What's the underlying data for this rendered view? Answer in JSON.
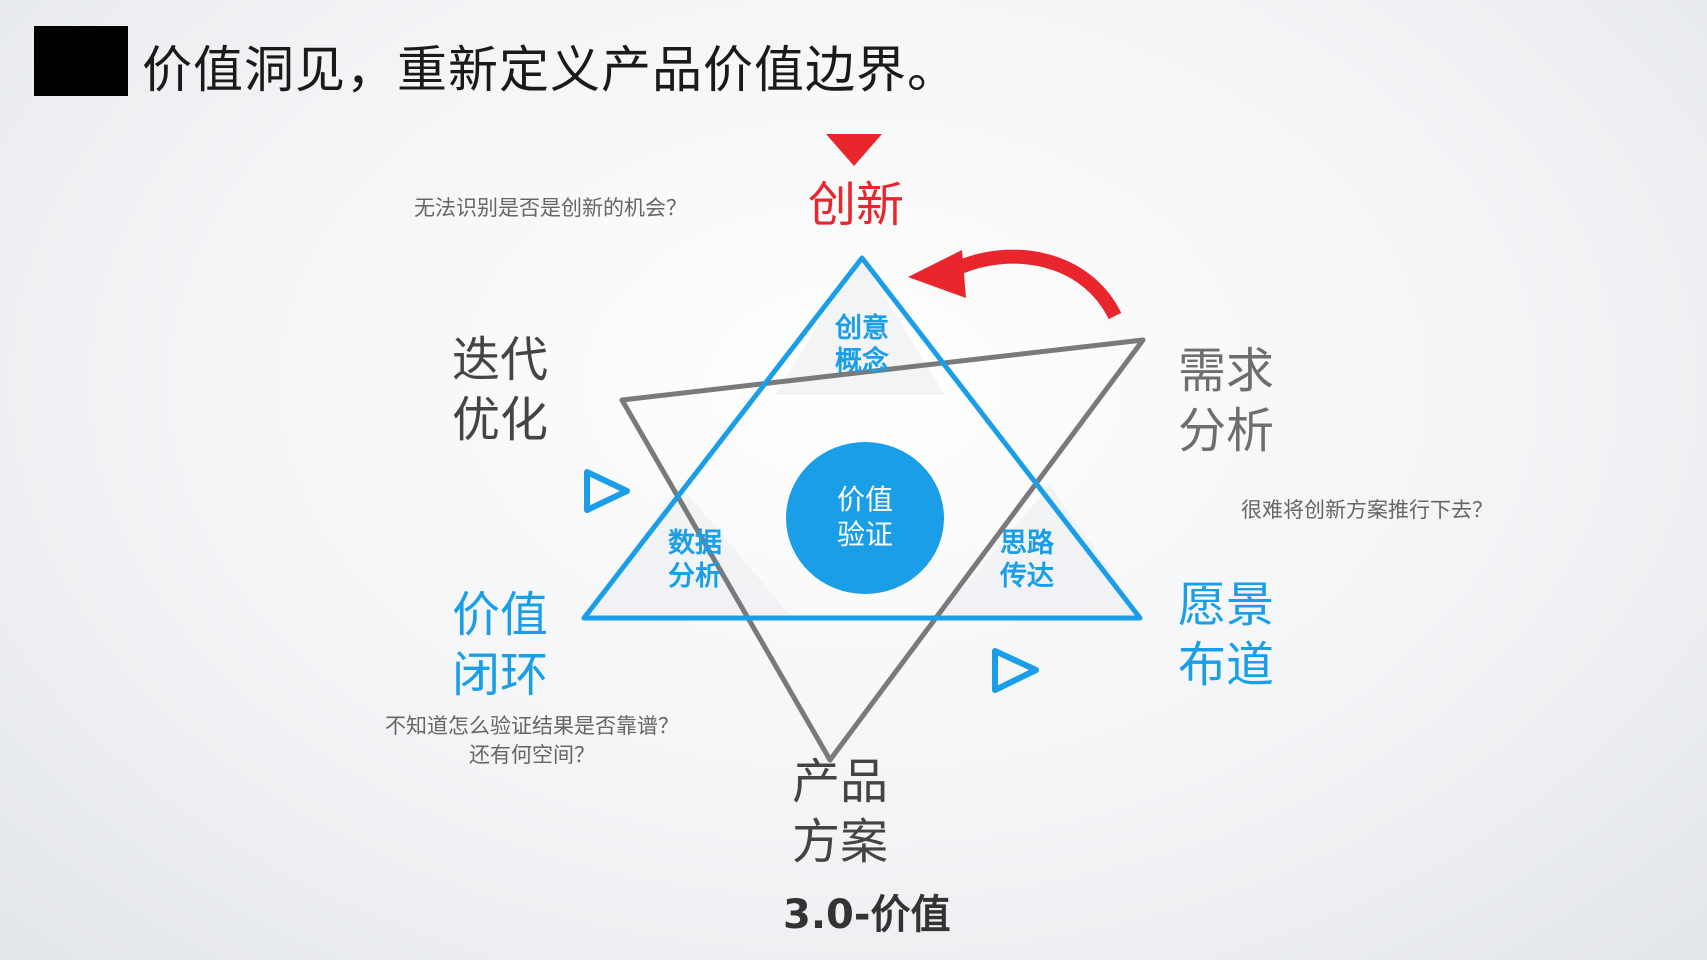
{
  "title": "价值洞见，重新定义产品价值边界。",
  "labels": {
    "top": "创新",
    "top_left_1": "迭代",
    "top_left_2": "优化",
    "top_right_1": "需求",
    "top_right_2": "分析",
    "bottom_left_1": "价值",
    "bottom_left_2": "闭环",
    "bottom_right_1": "愿景",
    "bottom_right_2": "布道",
    "bottom_1": "产品",
    "bottom_2": "方案",
    "version": "3.0-价值"
  },
  "inner": {
    "top_1": "创意",
    "top_2": "概念",
    "left_1": "数据",
    "left_2": "分析",
    "right_1": "思路",
    "right_2": "传达",
    "center_1": "价值",
    "center_2": "验证"
  },
  "questions": {
    "q1": "无法识别是否是创新的机会？",
    "q2": "很难将创新方案推行下去？",
    "q3_line1": "不知道怎么验证结果是否靠谱？",
    "q3_line2": "还有何空间？"
  },
  "colors": {
    "blue": "#1b9ee8",
    "red": "#e8262c",
    "gray": "#7a7a7a"
  }
}
